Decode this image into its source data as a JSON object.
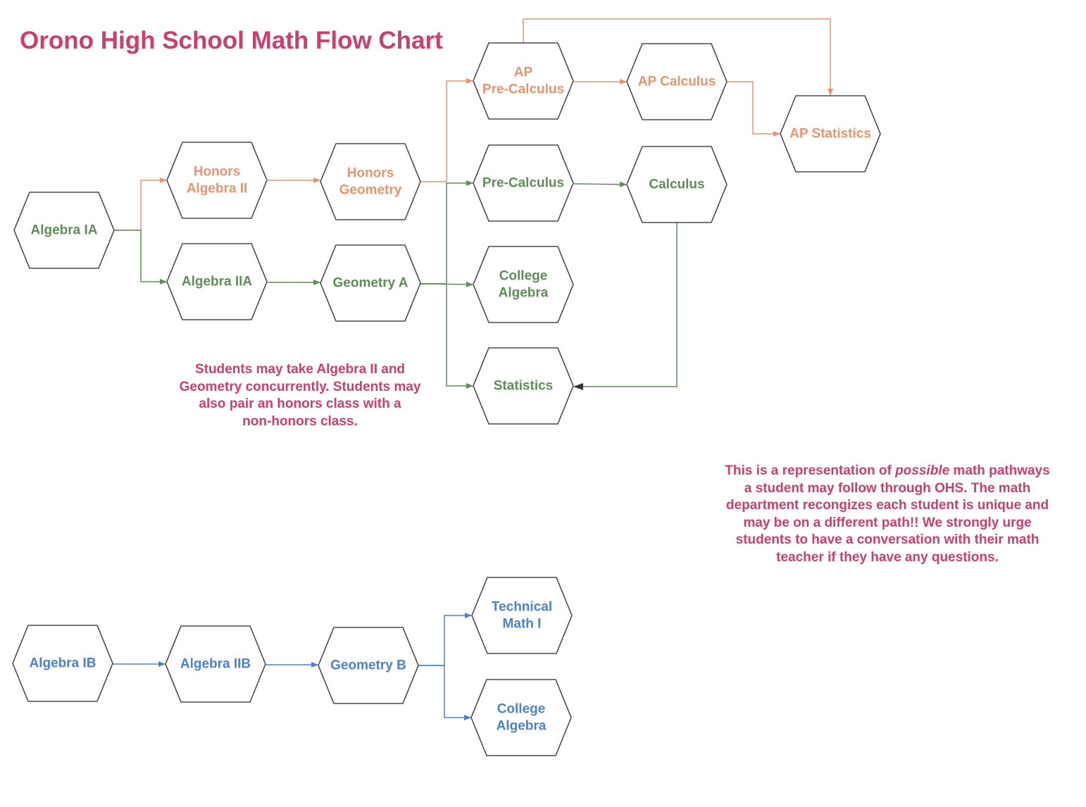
{
  "title": "Orono High School Math Flow Chart",
  "colors": {
    "title": "#cb3f6d",
    "honors": "#e69573",
    "standard": "#5e8d58",
    "b_track": "#4f80cf",
    "note": "#cb3f6d",
    "hex_stroke": "#4a4a4a",
    "arrow_dark": "#333333"
  },
  "nodes": {
    "algebra_ia": {
      "lines": [
        "Algebra IA"
      ],
      "track": "standard"
    },
    "honors_algebra_ii": {
      "lines": [
        "Honors",
        "Algebra II"
      ],
      "track": "honors"
    },
    "honors_geometry": {
      "lines": [
        "Honors",
        "Geometry"
      ],
      "track": "honors"
    },
    "algebra_iia": {
      "lines": [
        "Algebra IIA"
      ],
      "track": "standard"
    },
    "geometry_a": {
      "lines": [
        "Geometry A"
      ],
      "track": "standard"
    },
    "ap_precalculus": {
      "lines": [
        "AP",
        "Pre-Calculus"
      ],
      "track": "honors"
    },
    "ap_calculus": {
      "lines": [
        "AP Calculus"
      ],
      "track": "honors"
    },
    "ap_statistics": {
      "lines": [
        "AP Statistics"
      ],
      "track": "honors"
    },
    "precalculus": {
      "lines": [
        "Pre-Calculus"
      ],
      "track": "standard"
    },
    "calculus": {
      "lines": [
        "Calculus"
      ],
      "track": "standard"
    },
    "college_algebra_a": {
      "lines": [
        "College",
        "Algebra"
      ],
      "track": "standard"
    },
    "statistics": {
      "lines": [
        "Statistics"
      ],
      "track": "standard"
    },
    "algebra_ib": {
      "lines": [
        "Algebra IB"
      ],
      "track": "b_track"
    },
    "algebra_iib": {
      "lines": [
        "Algebra IIB"
      ],
      "track": "b_track"
    },
    "geometry_b": {
      "lines": [
        "Geometry B"
      ],
      "track": "b_track"
    },
    "technical_math_i": {
      "lines": [
        "Technical",
        "Math I"
      ],
      "track": "b_track"
    },
    "college_algebra_b": {
      "lines": [
        "College",
        "Algebra"
      ],
      "track": "b_track"
    }
  },
  "edges": [
    {
      "from": "algebra_ia",
      "to": "honors_algebra_ii",
      "track": "honors"
    },
    {
      "from": "algebra_ia",
      "to": "algebra_iia",
      "track": "standard"
    },
    {
      "from": "honors_algebra_ii",
      "to": "honors_geometry",
      "track": "honors"
    },
    {
      "from": "algebra_iia",
      "to": "geometry_a",
      "track": "standard"
    },
    {
      "from": "honors_geometry",
      "to": "ap_precalculus",
      "track": "honors"
    },
    {
      "from": "ap_precalculus",
      "to": "ap_calculus",
      "track": "honors"
    },
    {
      "from": "ap_precalculus",
      "to": "ap_statistics",
      "track": "honors"
    },
    {
      "from": "ap_calculus",
      "to": "ap_statistics",
      "track": "honors"
    },
    {
      "from": "geometry_a",
      "to": "precalculus",
      "track": "standard"
    },
    {
      "from": "geometry_a",
      "to": "college_algebra_a",
      "track": "standard"
    },
    {
      "from": "geometry_a",
      "to": "statistics",
      "track": "standard"
    },
    {
      "from": "precalculus",
      "to": "calculus",
      "track": "standard"
    },
    {
      "from": "calculus",
      "to": "statistics",
      "track": "standard"
    },
    {
      "from": "algebra_ib",
      "to": "algebra_iib",
      "track": "b_track"
    },
    {
      "from": "algebra_iib",
      "to": "geometry_b",
      "track": "b_track"
    },
    {
      "from": "geometry_b",
      "to": "technical_math_i",
      "track": "b_track"
    },
    {
      "from": "geometry_b",
      "to": "college_algebra_b",
      "track": "b_track"
    }
  ],
  "notes": {
    "concurrent": [
      "Students may take Algebra II and",
      "Geometry concurrently.  Students may",
      "also pair an honors class with a",
      "non-honors class."
    ],
    "pathways": {
      "l1_a": "This is a representation of ",
      "l1_b": "possible",
      "l1_c": " math pathways",
      "l2": "a student may follow through OHS.  The math",
      "l3": "department recongizes each student is unique and",
      "l4": "may be on a different path!!  We strongly urge",
      "l5": "students to have a conversation with their math",
      "l6": "teacher if they have any questions."
    }
  }
}
